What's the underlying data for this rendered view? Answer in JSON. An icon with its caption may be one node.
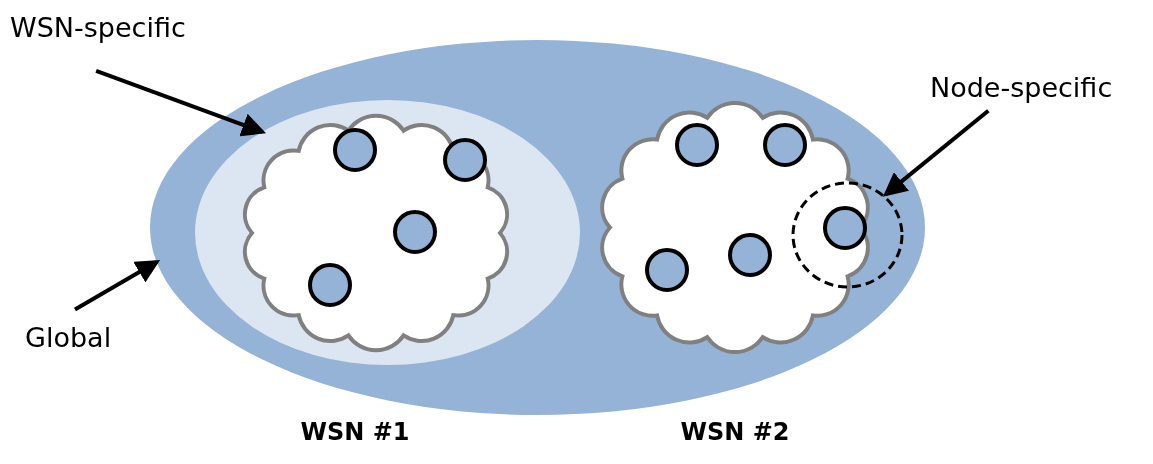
{
  "diagram": {
    "nodes": [
      {
        "text": [
          "WSN-specific"
        ]
      },
      {
        "text": [
          "Node-specific"
        ]
      },
      {
        "text": [
          "Global"
        ]
      },
      {
        "text": [],
        "shape": "ellipse"
      },
      {
        "text": [],
        "shape": "ellipse",
        "in": 3
      },
      {
        "text": [],
        "shape": "cloud",
        "in": 4
      },
      {
        "text": [],
        "shape": "circle",
        "in": 5
      },
      {
        "text": [],
        "shape": "circle",
        "in": 5
      },
      {
        "text": [],
        "shape": "circle",
        "in": 5
      },
      {
        "text": [],
        "shape": "circle",
        "in": 5
      },
      {
        "text": [],
        "shape": "cloud",
        "in": 3
      },
      {
        "text": [],
        "shape": "circle",
        "in": 10
      },
      {
        "text": [],
        "shape": "circle",
        "in": 10
      },
      {
        "text": [],
        "shape": "circle",
        "in": 10
      },
      {
        "text": [],
        "shape": "circle",
        "in": 10
      },
      {
        "text": [],
        "shape": "ellipse",
        "in": 3
      },
      {
        "text": [],
        "shape": "circle"
      }
    ],
    "edges": [
      {
        "from": 0,
        "to": 4,
        "arrow": "to"
      },
      {
        "from": 1,
        "to": 15,
        "arrow": "to"
      },
      {
        "from": 2,
        "to": 3,
        "arrow": "to"
      }
    ],
    "labels": [
      "WSN #1",
      "WSN #2"
    ]
  }
}
